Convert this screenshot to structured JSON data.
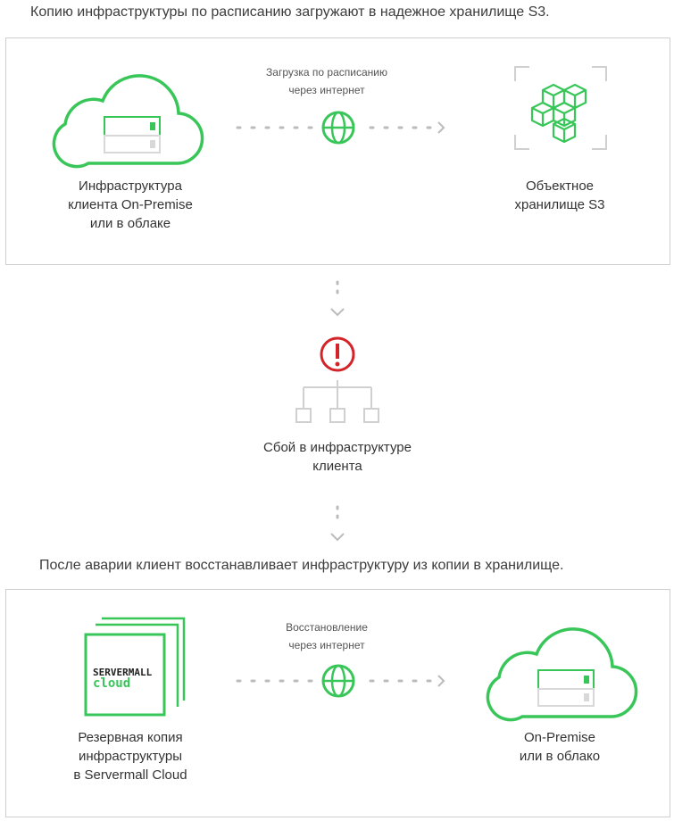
{
  "top_caption": "Копию  инфраструктуры по расписанию загружают в надежное хранилище S3.",
  "panel1": {
    "left_label": "Инфраструктура\nклиента On-Premise\nили в облаке",
    "connector_label": "Загрузка по расписанию\nчерез интернет",
    "right_label": "Объектное\nхранилище S3"
  },
  "failure_label": "Сбой в инфраструктуре\nклиента",
  "middle_caption": "После аварии клиент восстанавливает инфраструктуру из копии в хранилище.",
  "panel2": {
    "left_label": "Резервная копия\nинфраструктуры\nв Servermall Cloud",
    "logo_line1": "SERVERMALL",
    "logo_line2": "cloud",
    "connector_label": "Восстановление\nчерез интернет",
    "right_label": "On-Premise\nили в облако"
  },
  "icons": {
    "cloud": "cloud-server-icon",
    "globe": "globe-icon",
    "storage": "object-storage-cubes-icon",
    "failure": "alert-icon",
    "network": "network-tree-icon",
    "backup": "servermall-cloud-logo"
  },
  "colors": {
    "accent": "#39c659",
    "alert": "#d3242a",
    "line": "#cfcfcf",
    "muted": "#bbbbbb"
  }
}
